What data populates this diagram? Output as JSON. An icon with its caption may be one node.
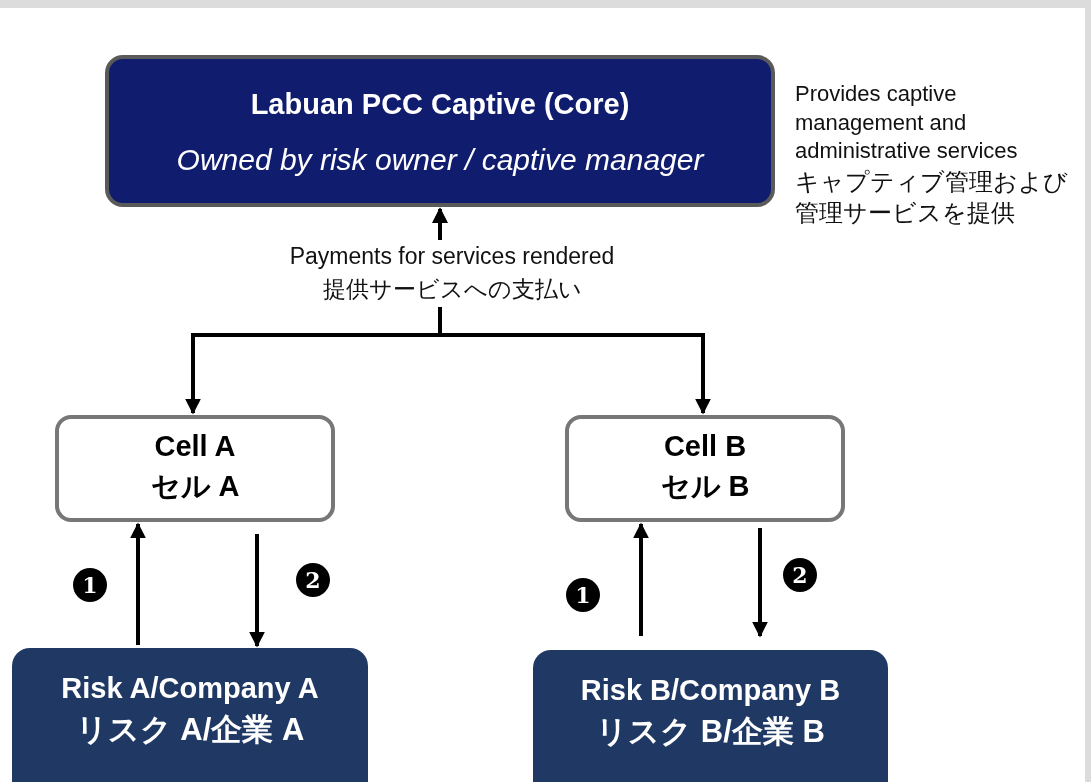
{
  "diagram": {
    "nodes": [
      {
        "text": [
          "Labuan PCC Captive (Core)",
          "Owned by risk owner / captive manager"
        ],
        "beside": [
          "Provides captive management and administrative services",
          "キャプティブ管理および管理サービスを提供"
        ]
      },
      {
        "text": [
          "Cell A",
          "セル A"
        ]
      },
      {
        "text": [
          "Cell B",
          "セル B"
        ]
      },
      {
        "text": [
          "Risk A/Company A",
          "リスク A/企業 A"
        ]
      },
      {
        "text": [
          "Risk B/Company B",
          "リスク B/企業 B"
        ]
      }
    ],
    "edges": [
      {
        "from": 0,
        "to": 1,
        "arrow": "both",
        "label": "Payments for services rendered 提供サービスへの支払い"
      },
      {
        "from": 0,
        "to": 2,
        "arrow": "both"
      },
      {
        "from": 3,
        "to": 1,
        "arrow": "to",
        "label": "1"
      },
      {
        "from": 1,
        "to": 3,
        "arrow": "to",
        "label": "2"
      },
      {
        "from": 4,
        "to": 2,
        "arrow": "to",
        "label": "1"
      },
      {
        "from": 2,
        "to": 4,
        "arrow": "to",
        "label": "2"
      }
    ]
  }
}
